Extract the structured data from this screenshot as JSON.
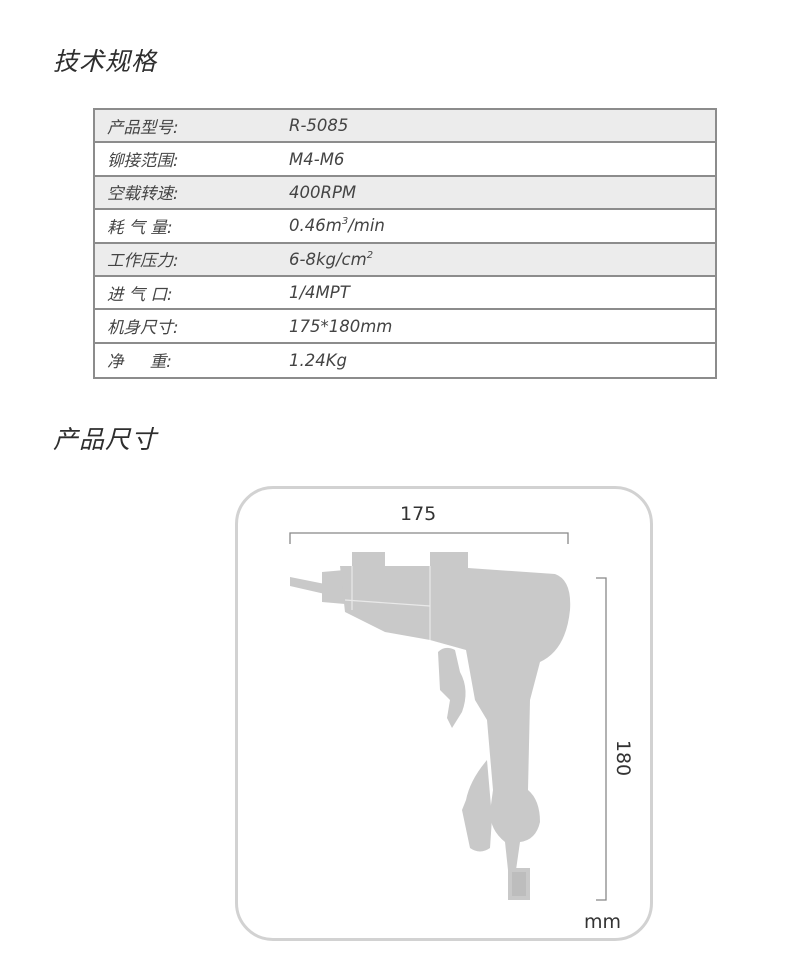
{
  "sections": {
    "spec_title": "技术规格",
    "dimension_title": "产品尺寸"
  },
  "spec_rows": [
    {
      "label": "产品型号:",
      "value": "R-5085"
    },
    {
      "label": "铆接范围:",
      "value": "M4-M6"
    },
    {
      "label": "空载转速:",
      "value": "400RPM"
    },
    {
      "label": "耗 气 量:",
      "value": "0.46m",
      "sup": "3",
      "suffix": "/min"
    },
    {
      "label": "工作压力:",
      "value": "6-8kg/cm",
      "sup": "2",
      "suffix": ""
    },
    {
      "label": "进 气 口:",
      "value": "1/4MPT"
    },
    {
      "label": "机身尺寸:",
      "value": "175*180mm"
    },
    {
      "label": "净     重:",
      "value": "1.24Kg"
    }
  ],
  "dimensions": {
    "width": "175",
    "height": "180",
    "unit": "mm"
  },
  "colors": {
    "tool_fill": "#c9c9c9",
    "frame": "#d2d2d2",
    "table_border": "#8c8c8c",
    "row_shade": "#ececec"
  }
}
